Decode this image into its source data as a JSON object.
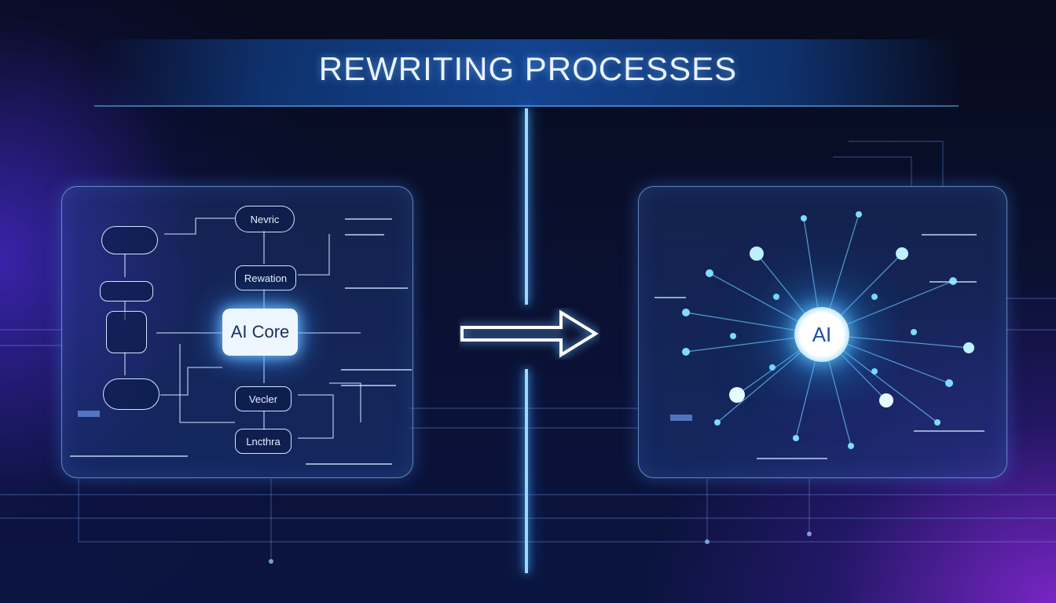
{
  "title": "REWRITING PROCESSES",
  "left_panel": {
    "ai_core": "AI Core",
    "nodes": [
      "Nevric",
      "Rewation",
      "Vecler",
      "Lncthra"
    ]
  },
  "right_panel": {
    "center_label": "AI"
  },
  "colors": {
    "accent": "#9fd6ff",
    "glow": "#3a9bff",
    "purple": "#8c28dc"
  },
  "icons": [
    "right-arrow-icon",
    "neural-network-icon"
  ]
}
